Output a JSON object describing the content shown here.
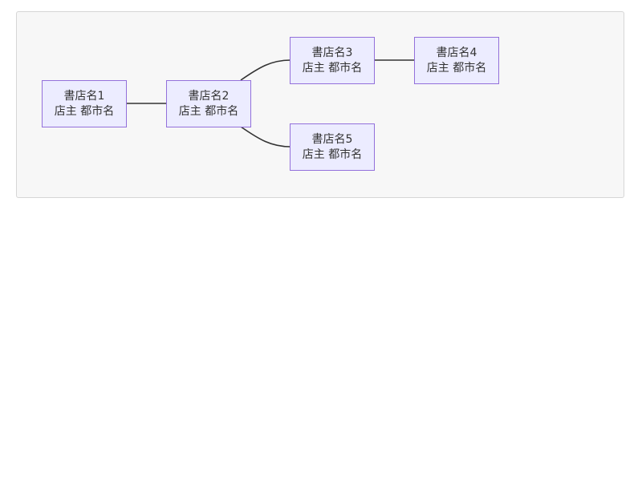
{
  "diagram": {
    "colors": {
      "panel_background": "#f7f7f7",
      "node_fill": "#ececff",
      "node_border": "#9370db",
      "edge_stroke": "#333333",
      "text": "#333333"
    },
    "nodes": [
      {
        "id": "n1",
        "name": "書店名1",
        "detail": "店主 都市名"
      },
      {
        "id": "n2",
        "name": "書店名2",
        "detail": "店主 都市名"
      },
      {
        "id": "n3",
        "name": "書店名3",
        "detail": "店主 都市名"
      },
      {
        "id": "n4",
        "name": "書店名4",
        "detail": "店主 都市名"
      },
      {
        "id": "n5",
        "name": "書店名5",
        "detail": "店主 都市名"
      }
    ],
    "edges": [
      {
        "from": "n1",
        "to": "n2"
      },
      {
        "from": "n2",
        "to": "n3"
      },
      {
        "from": "n3",
        "to": "n4"
      },
      {
        "from": "n2",
        "to": "n5"
      }
    ]
  }
}
